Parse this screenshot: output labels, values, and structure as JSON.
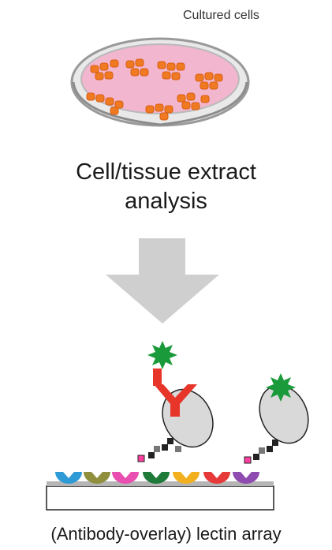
{
  "labels": {
    "cultured_cells": "Cultured cells",
    "heading_line1": "Cell/tissue extract",
    "heading_line2": "analysis",
    "caption": "(Antibody-overlay) lectin array"
  },
  "colors": {
    "dish_rim": "#9a9a9a",
    "dish_medium": "#f2b6cf",
    "cell_orange": "#f07a22",
    "arrow_gray": "#cfcfcf",
    "antibody_red": "#e8352a",
    "tag_green": "#1a9a3a",
    "glycoprotein_gray": "#d9d9d9",
    "lectin_colors": [
      "#2e9bd6",
      "#8f8f3e",
      "#e84fb0",
      "#1f7a3a",
      "#f2b01e",
      "#e63a3a",
      "#8e4bb0"
    ]
  },
  "icons": [
    "culture-dish-icon",
    "down-arrow-icon",
    "antibody-icon",
    "green-tag-icon",
    "glycoprotein-icon",
    "lectin-icon"
  ]
}
